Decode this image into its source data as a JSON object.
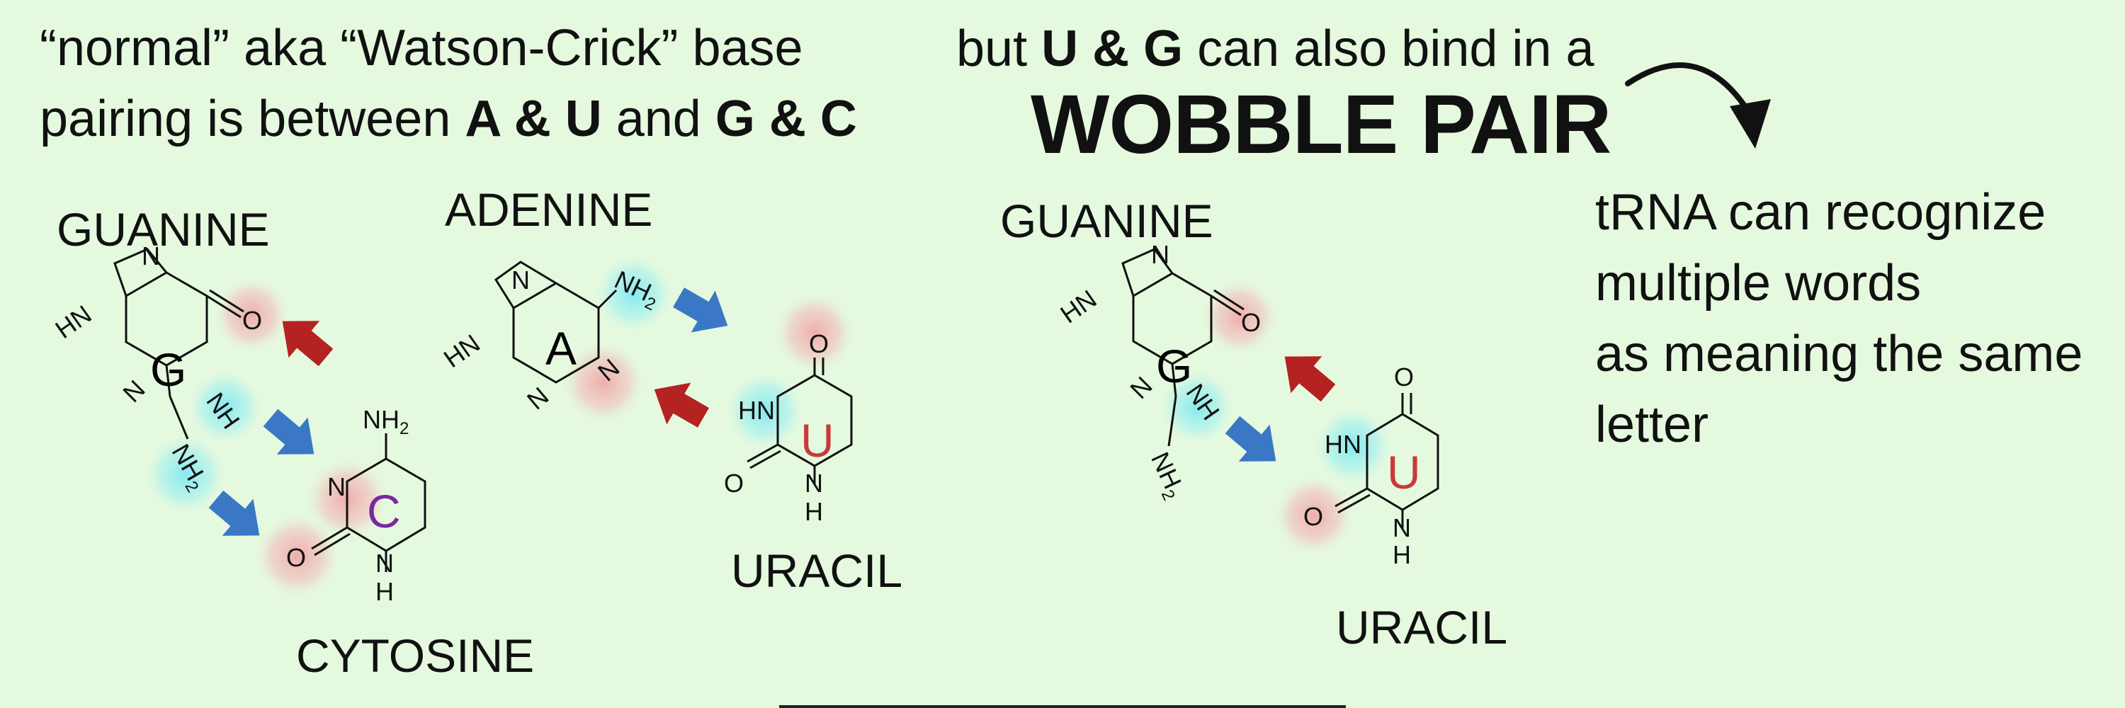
{
  "intro": {
    "line1": "“normal” aka “Watson-Crick” base",
    "line2_prefix": "pairing is between ",
    "pair1": "A & U",
    "and": " and ",
    "pair2": "G & C"
  },
  "wobble": {
    "prefix": "but ",
    "pair": "U & G",
    "suffix": " can also bind in a",
    "title": "WOBBLE PAIR"
  },
  "note": {
    "line1": "tRNA can recognize",
    "line2": "multiple words",
    "line3": "as meaning the same",
    "line4": "letter"
  },
  "molecules": {
    "guanine_1": "GUANINE",
    "adenine": "ADENINE",
    "cytosine": "CYTOSINE",
    "uracil_1": "URACIL",
    "guanine_2": "GUANINE",
    "uracil_2": "URACIL"
  },
  "ring_letters": {
    "g": "G",
    "a": "A",
    "c": "C",
    "u": "U"
  },
  "atoms": {
    "n": "N",
    "hn": "HN",
    "nh": "NH",
    "nh2": "NH",
    "sub2": "2",
    "o": "O",
    "h": "H"
  },
  "colors": {
    "background": "#e5f9df",
    "donor_glow": "#7fe8f0",
    "acceptor_glow": "#f0a8a8",
    "blue_arrow": "#3a78c6",
    "red_arrow": "#b52222",
    "cytosine_letter": "#7a2aa0",
    "uracil_letter": "#c83a3a"
  }
}
